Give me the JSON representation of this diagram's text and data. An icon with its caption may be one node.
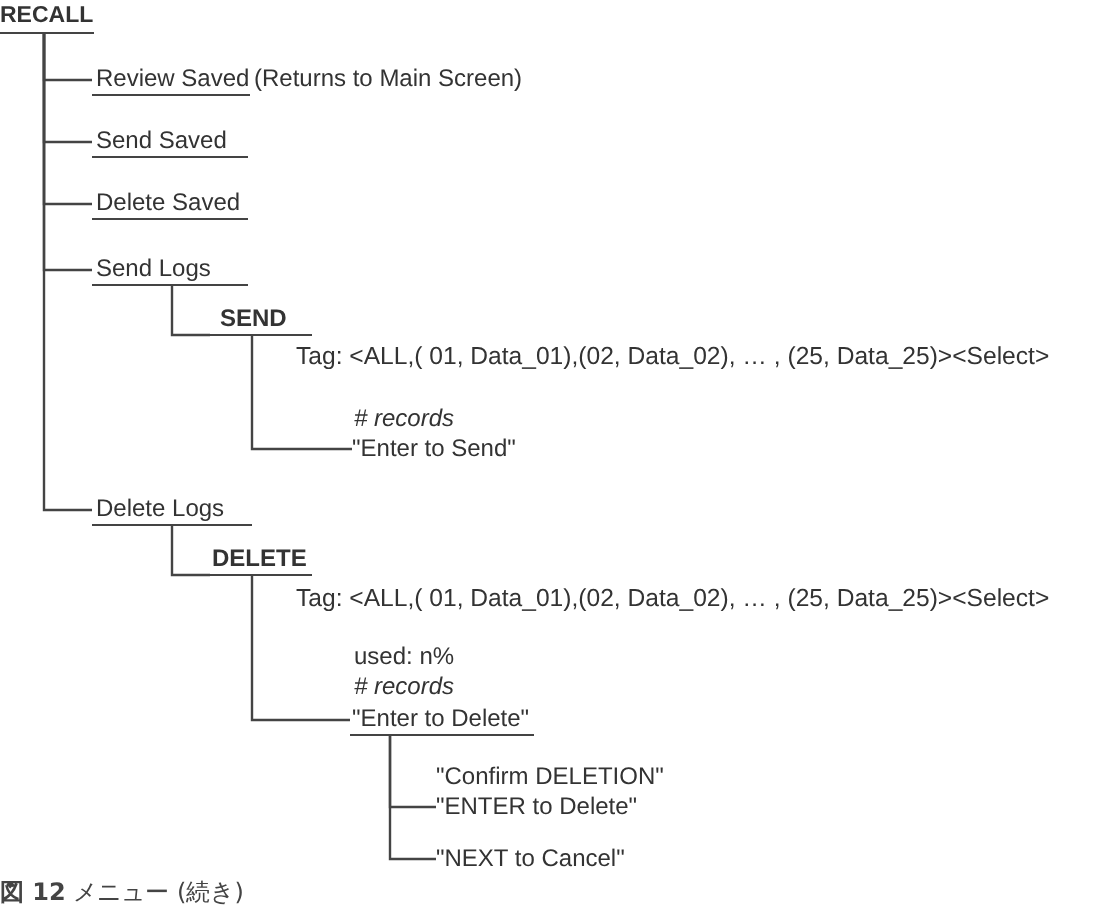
{
  "diagram": {
    "caption": "**図 12** メニュー (続き)",
    "nodes": [
      {
        "text": [
          "RECALL"
        ]
      },
      {
        "text": [
          "Review Saved"
        ],
        "beside": [
          "(Returns to Main Screen)"
        ]
      },
      {
        "text": [
          "Send Saved"
        ]
      },
      {
        "text": [
          "Delete Saved"
        ]
      },
      {
        "text": [
          "Send Logs"
        ]
      },
      {
        "text": [
          "SEND"
        ],
        "beside": [
          "Tag: <ALL,( 01, Data_01),(02, Data_02), … , (25, Data_25)><Select>"
        ]
      },
      {
        "text": [
          "\"Enter to Send\""
        ],
        "beside": [
          "# records"
        ]
      },
      {
        "text": [
          "Delete Logs"
        ]
      },
      {
        "text": [
          "DELETE"
        ],
        "beside": [
          "Tag: <ALL,( 01, Data_01),(02, Data_02), … , (25, Data_25)><Select>"
        ]
      },
      {
        "text": [
          "\"Enter to Delete\""
        ],
        "beside": [
          "used: n%",
          "# records"
        ]
      },
      {
        "text": [
          "\"Confirm DELETION\"",
          "\"ENTER to Delete\""
        ]
      },
      {
        "text": [
          "\"NEXT to Cancel\""
        ]
      }
    ],
    "edges": [
      {
        "from": 0,
        "to": 1,
        "arrow": "none"
      },
      {
        "from": 0,
        "to": 2,
        "arrow": "none"
      },
      {
        "from": 0,
        "to": 3,
        "arrow": "none"
      },
      {
        "from": 0,
        "to": 4,
        "arrow": "none"
      },
      {
        "from": 0,
        "to": 7,
        "arrow": "none"
      },
      {
        "from": 4,
        "to": 5,
        "arrow": "none"
      },
      {
        "from": 5,
        "to": 6,
        "arrow": "none"
      },
      {
        "from": 7,
        "to": 8,
        "arrow": "none"
      },
      {
        "from": 8,
        "to": 9,
        "arrow": "none"
      },
      {
        "from": 9,
        "to": 10,
        "arrow": "none"
      },
      {
        "from": 9,
        "to": 11,
        "arrow": "none"
      }
    ]
  }
}
